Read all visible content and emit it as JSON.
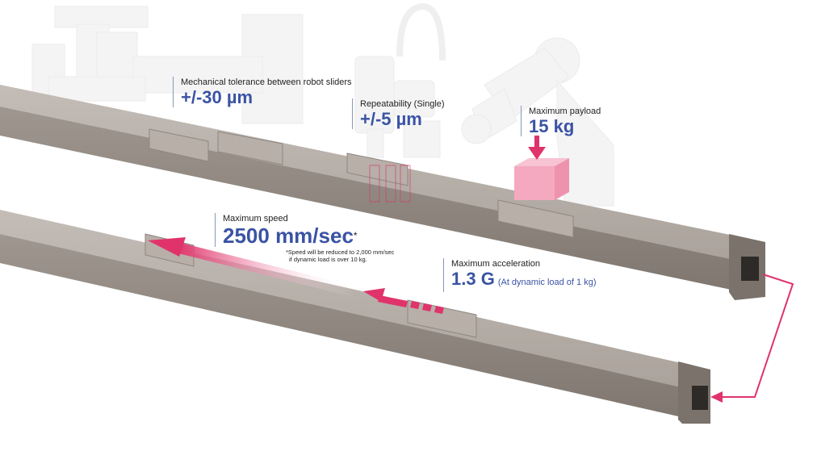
{
  "specs": {
    "tolerance": {
      "label": "Mechanical tolerance between robot sliders",
      "value": "+/-30 µm"
    },
    "repeatability": {
      "label": "Repeatability (Single)",
      "value": "+/-5 µm"
    },
    "payload": {
      "label": "Maximum payload",
      "value": "15 kg"
    },
    "speed": {
      "label": "Maximum speed",
      "value": "2500 mm/sec",
      "marker": "*"
    },
    "acceleration": {
      "label": "Maximum acceleration",
      "value": "1.3 G",
      "note": "(At dynamic load of 1 kg)"
    }
  },
  "footnote": {
    "line1": "*Speed will be reduced to 2,000 mm/sec",
    "line2": "if dynamic load is over 10 kg."
  },
  "colors": {
    "accent_blue": "#3a53a4",
    "arrow_pink": "#e0336b",
    "payload_box": "#f4a9c0",
    "rail_top": "#b9b2ac",
    "rail_side": "#9c948d"
  }
}
